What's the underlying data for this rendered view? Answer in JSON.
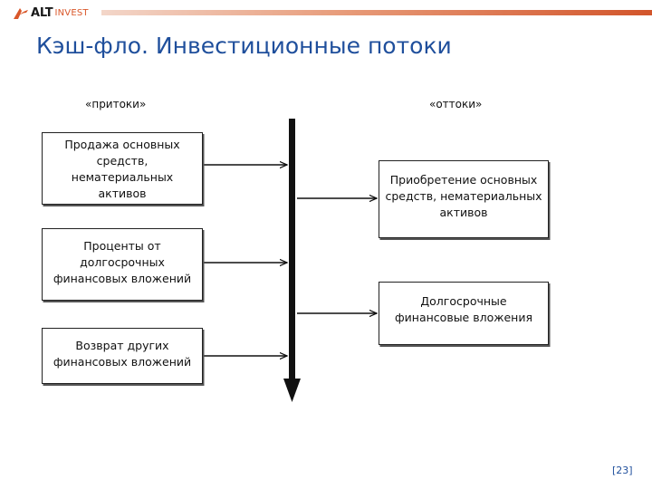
{
  "brand": {
    "name_primary": "ALT",
    "name_secondary": "INVEST",
    "icon": "altinvest-swoosh-logo",
    "accent_color": "#d9572a"
  },
  "title": "Кэш-фло. Инвестиционные потоки",
  "columns": {
    "inflows_label": "«притоки»",
    "outflows_label": "«оттоки»"
  },
  "inflows": [
    {
      "text": "Продажа основных средств, нематериальных активов"
    },
    {
      "text": "Проценты от долгосрочных финансовых вложений"
    },
    {
      "text": "Возврат других финансовых вложений"
    }
  ],
  "outflows": [
    {
      "text": "Приобретение основных средств, нематериальных активов"
    },
    {
      "text": "Долгосрочные финансовые вложения"
    }
  ],
  "page_number": "[23]"
}
